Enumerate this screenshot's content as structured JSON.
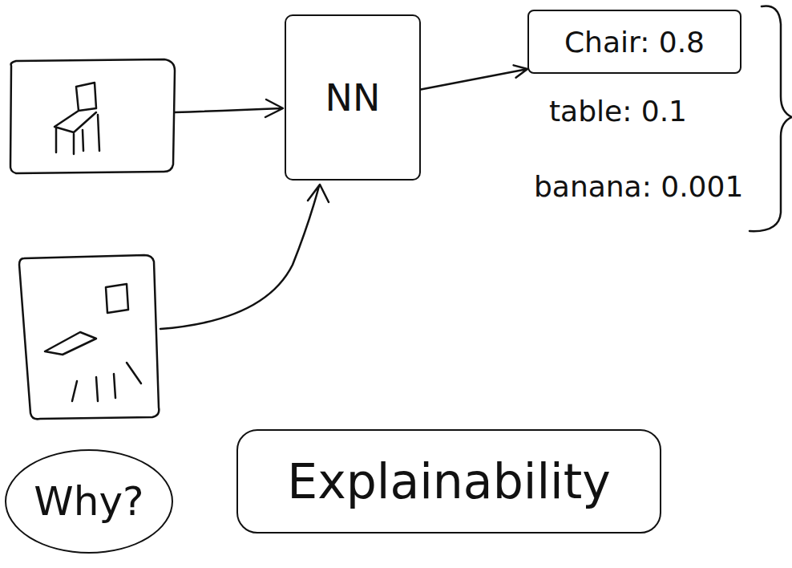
{
  "diagram": {
    "nodes": [
      {
        "text": [
          "NN"
        ]
      },
      {
        "text": [
          "Chair: 0.8"
        ]
      },
      {
        "text": [
          "Why?"
        ]
      },
      {
        "text": [
          "Explainability"
        ]
      }
    ],
    "edges": [
      {
        "from": 0,
        "to": 1,
        "arrow": "to"
      }
    ],
    "labels": [
      "table: 0.1",
      "banana: 0.001"
    ]
  }
}
